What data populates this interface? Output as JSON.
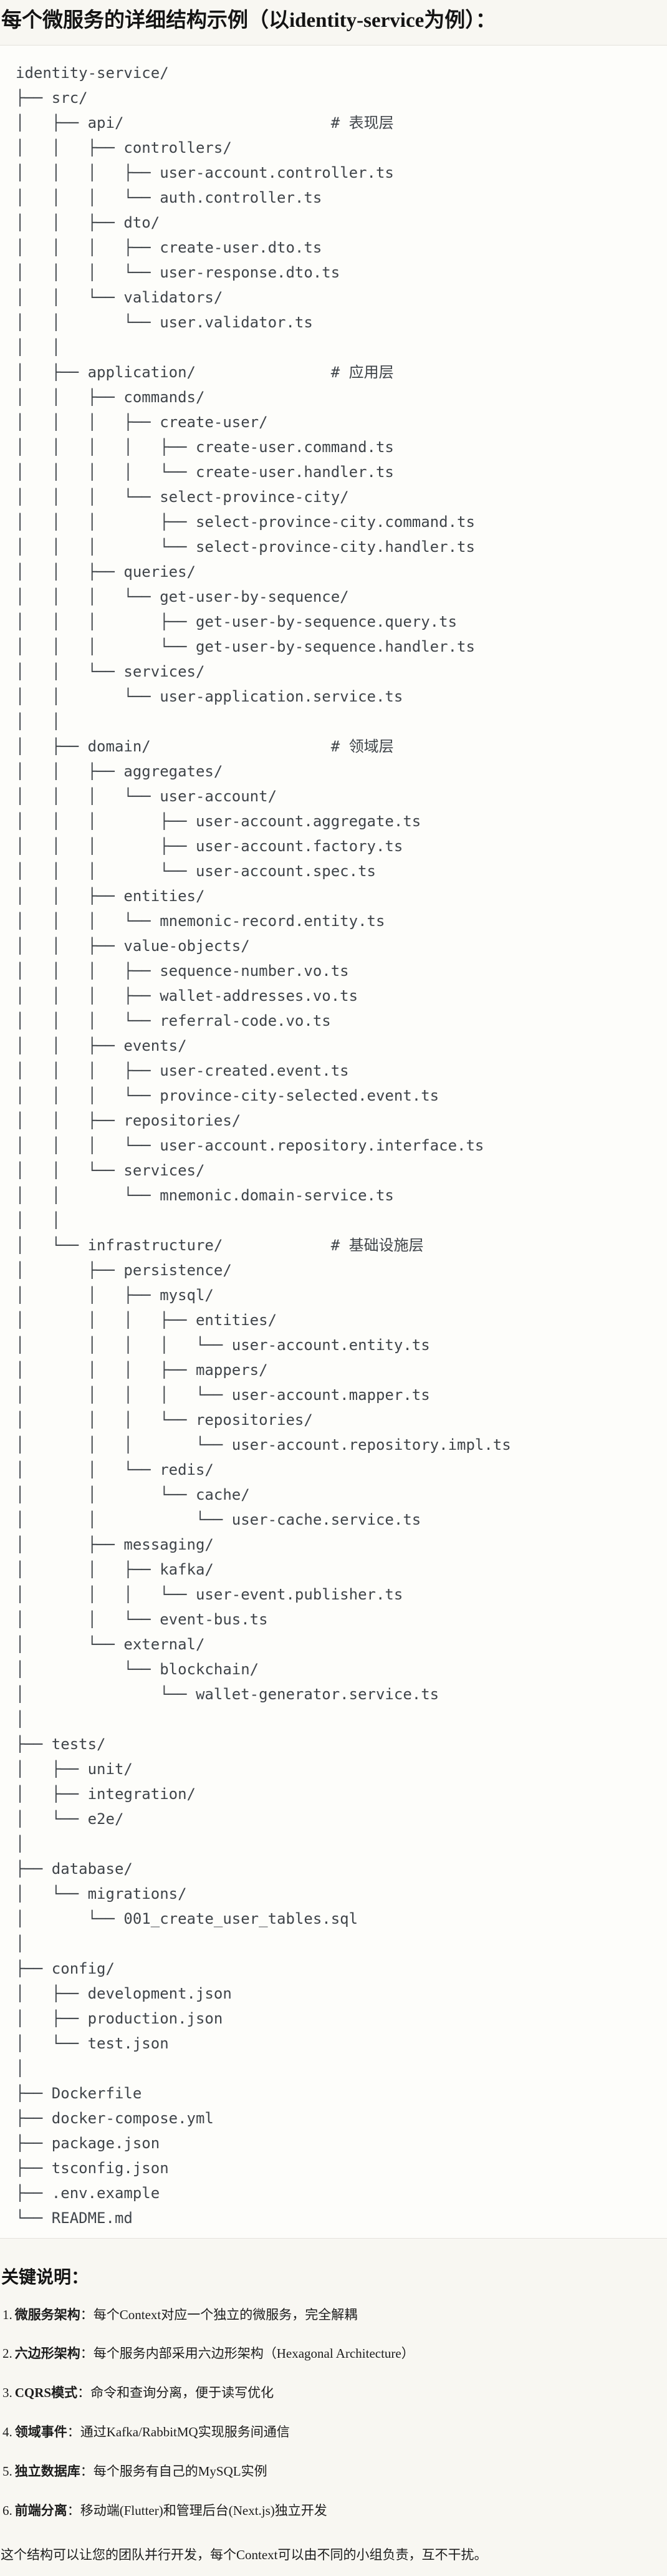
{
  "title": "每个微服务的详细结构示例（以identity-service为例）：",
  "tree": {
    "lines": [
      "identity-service/",
      "├── src/",
      "│   ├── api/                       # 表现层",
      "│   │   ├── controllers/",
      "│   │   │   ├── user-account.controller.ts",
      "│   │   │   └── auth.controller.ts",
      "│   │   ├── dto/",
      "│   │   │   ├── create-user.dto.ts",
      "│   │   │   └── user-response.dto.ts",
      "│   │   └── validators/",
      "│   │       └── user.validator.ts",
      "│   │",
      "│   ├── application/               # 应用层",
      "│   │   ├── commands/",
      "│   │   │   ├── create-user/",
      "│   │   │   │   ├── create-user.command.ts",
      "│   │   │   │   └── create-user.handler.ts",
      "│   │   │   └── select-province-city/",
      "│   │   │       ├── select-province-city.command.ts",
      "│   │   │       └── select-province-city.handler.ts",
      "│   │   ├── queries/",
      "│   │   │   └── get-user-by-sequence/",
      "│   │   │       ├── get-user-by-sequence.query.ts",
      "│   │   │       └── get-user-by-sequence.handler.ts",
      "│   │   └── services/",
      "│   │       └── user-application.service.ts",
      "│   │",
      "│   ├── domain/                    # 领域层",
      "│   │   ├── aggregates/",
      "│   │   │   └── user-account/",
      "│   │   │       ├── user-account.aggregate.ts",
      "│   │   │       ├── user-account.factory.ts",
      "│   │   │       └── user-account.spec.ts",
      "│   │   ├── entities/",
      "│   │   │   └── mnemonic-record.entity.ts",
      "│   │   ├── value-objects/",
      "│   │   │   ├── sequence-number.vo.ts",
      "│   │   │   ├── wallet-addresses.vo.ts",
      "│   │   │   └── referral-code.vo.ts",
      "│   │   ├── events/",
      "│   │   │   ├── user-created.event.ts",
      "│   │   │   └── province-city-selected.event.ts",
      "│   │   ├── repositories/",
      "│   │   │   └── user-account.repository.interface.ts",
      "│   │   └── services/",
      "│   │       └── mnemonic.domain-service.ts",
      "│   │",
      "│   └── infrastructure/            # 基础设施层",
      "│       ├── persistence/",
      "│       │   ├── mysql/",
      "│       │   │   ├── entities/",
      "│       │   │   │   └── user-account.entity.ts",
      "│       │   │   ├── mappers/",
      "│       │   │   │   └── user-account.mapper.ts",
      "│       │   │   └── repositories/",
      "│       │   │       └── user-account.repository.impl.ts",
      "│       │   └── redis/",
      "│       │       └── cache/",
      "│       │           └── user-cache.service.ts",
      "│       ├── messaging/",
      "│       │   ├── kafka/",
      "│       │   │   └── user-event.publisher.ts",
      "│       │   └── event-bus.ts",
      "│       └── external/",
      "│           └── blockchain/",
      "│               └── wallet-generator.service.ts",
      "│",
      "├── tests/",
      "│   ├── unit/",
      "│   ├── integration/",
      "│   └── e2e/",
      "│",
      "├── database/",
      "│   └── migrations/",
      "│       └── 001_create_user_tables.sql",
      "│",
      "├── config/",
      "│   ├── development.json",
      "│   ├── production.json",
      "│   └── test.json",
      "│",
      "├── Dockerfile",
      "├── docker-compose.yml",
      "├── package.json",
      "├── tsconfig.json",
      "├── .env.example",
      "└── README.md"
    ]
  },
  "notes": {
    "heading": "关键说明：",
    "items": [
      {
        "num": "1.",
        "label": "微服务架构",
        "colon": "：",
        "text": "每个Context对应一个独立的微服务，完全解耦"
      },
      {
        "num": "2.",
        "label": "六边形架构",
        "colon": "：",
        "text": "每个服务内部采用六边形架构（Hexagonal Architecture）"
      },
      {
        "num": "3.",
        "label": "CQRS模式",
        "colon": "：",
        "text": "命令和查询分离，便于读写优化"
      },
      {
        "num": "4.",
        "label": "领域事件",
        "colon": "：",
        "text": "通过Kafka/RabbitMQ实现服务间通信"
      },
      {
        "num": "5.",
        "label": "独立数据库",
        "colon": "：",
        "text": "每个服务有自己的MySQL实例"
      },
      {
        "num": "6.",
        "label": "前端分离",
        "colon": "：",
        "text": "移动端(Flutter)和管理后台(Next.js)独立开发"
      }
    ]
  },
  "footer": "这个结构可以让您的团队并行开发，每个Context可以由不同的小组负责，互不干扰。",
  "colors": {
    "page_bg": "#f8f7f2",
    "code_bg": "#fdfdfa",
    "border": "#e4e2dc",
    "code_text": "#3f4449",
    "heading_text": "#141414"
  }
}
